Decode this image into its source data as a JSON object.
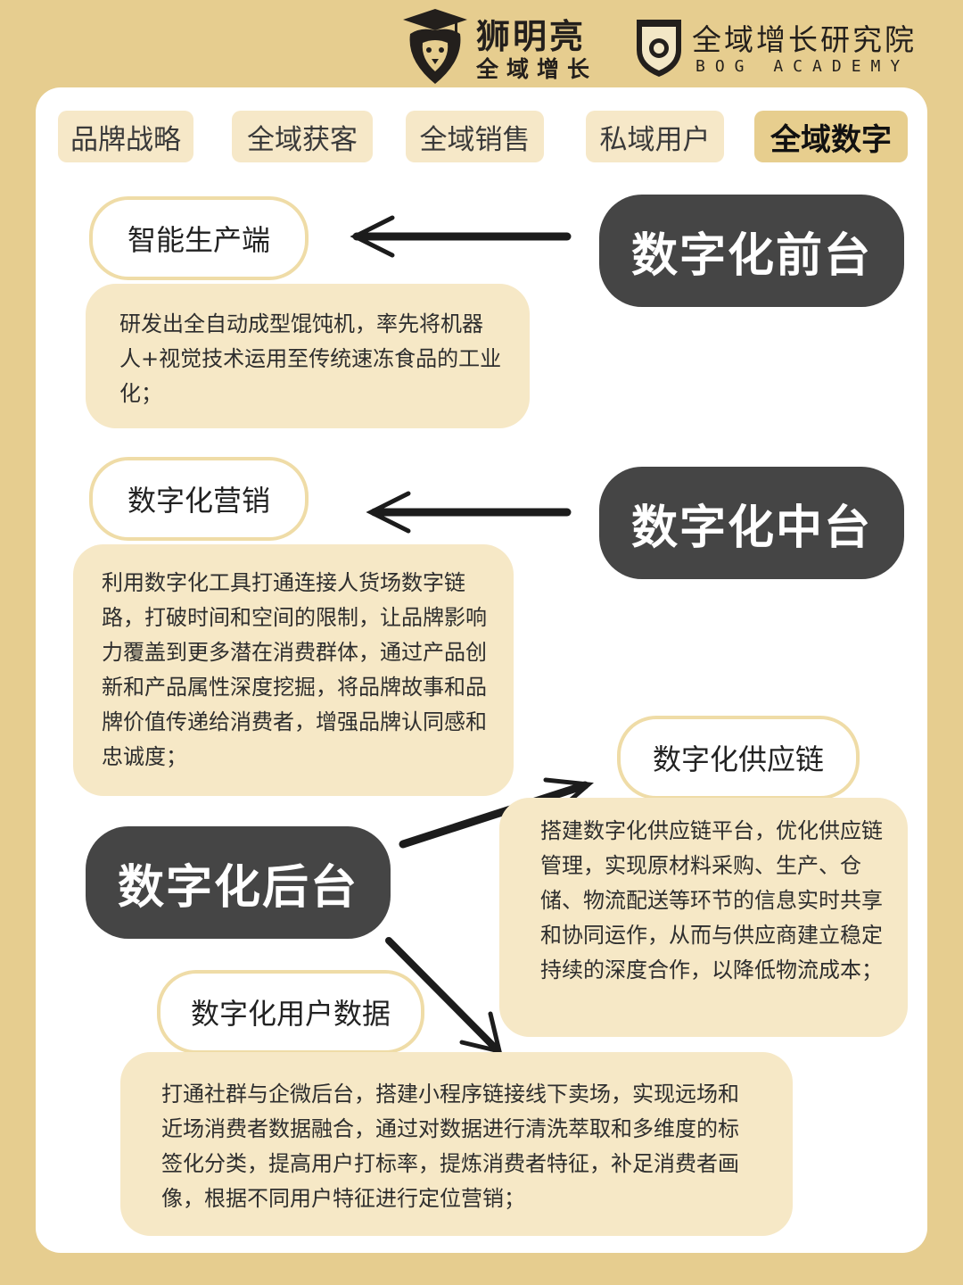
{
  "header": {
    "brand_title": "狮明亮",
    "brand_sub": "全域增长",
    "academy_title": "全域增长研究院",
    "academy_sub": "BOG ACADEMY"
  },
  "tabs": [
    {
      "label": "品牌战略"
    },
    {
      "label": "全域获客"
    },
    {
      "label": "全域销售"
    },
    {
      "label": "私域用户"
    },
    {
      "label": "全域数字",
      "active": true
    }
  ],
  "sections": {
    "front": {
      "title": "数字化前台",
      "item": "智能生产端",
      "desc": "研发出全自动成型馄饨机，率先将机器人+视觉技术运用至传统速冻食品的工业化；"
    },
    "middle": {
      "title": "数字化中台",
      "item": "数字化营销",
      "desc": "利用数字化工具打通连接人货场数字链路，打破时间和空间的限制，让品牌影响力覆盖到更多潜在消费群体，通过产品创新和产品属性深度挖掘，将品牌故事和品牌价值传递给消费者，增强品牌认同感和忠诚度；"
    },
    "back": {
      "title": "数字化后台",
      "item_supply": "数字化供应链",
      "desc_supply": "搭建数字化供应链平台，优化供应链管理，实现原材料采购、生产、仓储、物流配送等环节的信息实时共享和协同运作，从而与供应商建立稳定持续的深度合作，以降低物流成本；",
      "item_user": "数字化用户数据",
      "desc_user": "打通社群与企微后台，搭建小程序链接线下卖场，实现远场和近场消费者数据融合，通过对数据进行清洗萃取和多维度的标签化分类，提高用户打标率，提炼消费者特征，补足消费者画像，根据不同用户特征进行定位营销；"
    }
  }
}
